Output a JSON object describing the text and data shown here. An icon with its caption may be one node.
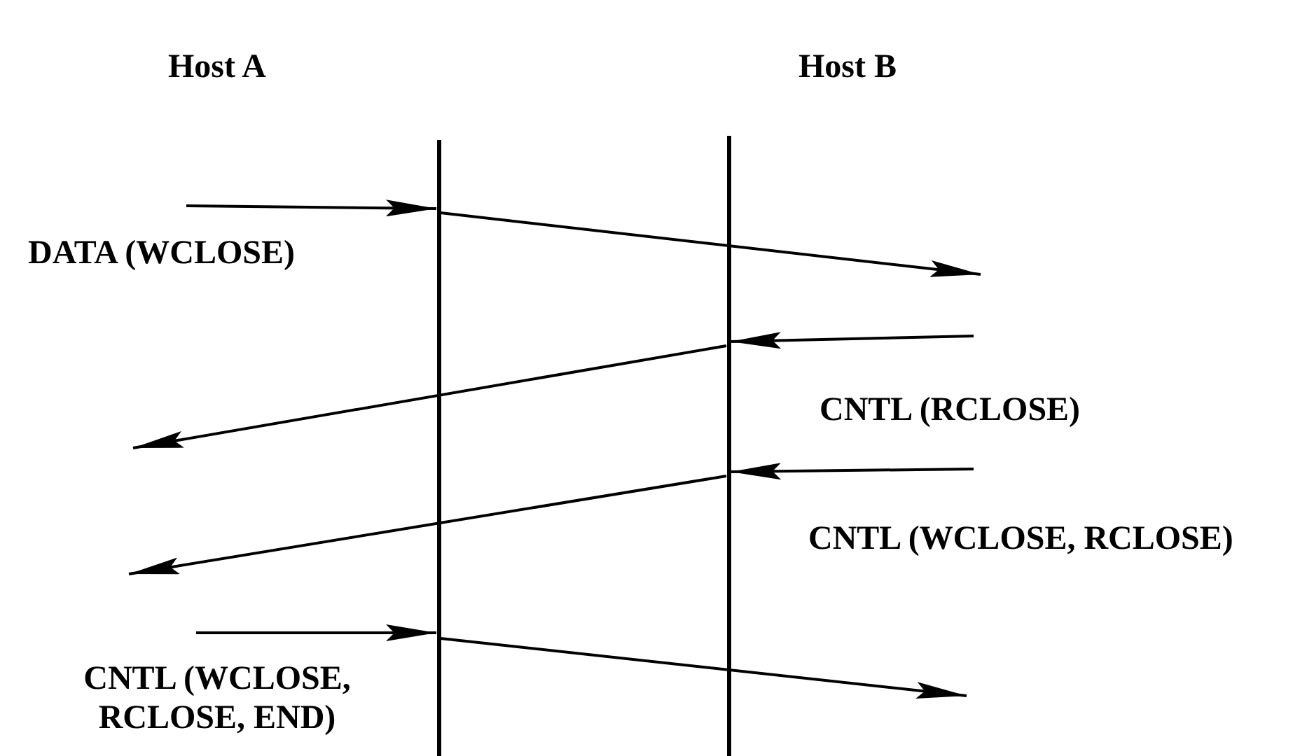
{
  "diagram": {
    "nodes": [
      {
        "text": [],
        "shape": "bar"
      },
      {
        "text": [],
        "shape": "bar"
      }
    ],
    "edges": [
      {
        "from": null,
        "to": 0,
        "arrow": "to",
        "label": "DATA (WCLOSE)"
      },
      {
        "from": 0,
        "to": null,
        "arrow": "to"
      },
      {
        "from": null,
        "to": 1,
        "arrow": "to",
        "label": "CNTL (RCLOSE)"
      },
      {
        "from": 1,
        "to": null,
        "arrow": "to"
      },
      {
        "from": null,
        "to": 1,
        "arrow": "to",
        "label": "CNTL (WCLOSE, RCLOSE)"
      },
      {
        "from": 1,
        "to": null,
        "arrow": "to"
      },
      {
        "from": null,
        "to": 0,
        "arrow": "to",
        "label": "CNTL (WCLOSE, RCLOSE, END)"
      },
      {
        "from": 0,
        "to": null,
        "arrow": "to"
      }
    ],
    "labels": [
      "Host A",
      "Host B"
    ]
  }
}
